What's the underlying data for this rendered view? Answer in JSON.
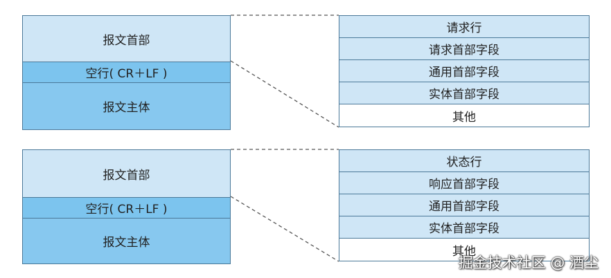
{
  "request": {
    "message": {
      "header": "报文首部",
      "blank": "空行( CR＋LF )",
      "body": "报文主体"
    },
    "detail": [
      "请求行",
      "请求首部字段",
      "通用首部字段",
      "实体首部字段",
      "其他"
    ]
  },
  "response": {
    "message": {
      "header": "报文首部",
      "blank": "空行( CR＋LF )",
      "body": "报文主体"
    },
    "detail": [
      "状态行",
      "响应首部字段",
      "通用首部字段",
      "实体首部字段",
      "其他"
    ]
  },
  "watermark": "掘金技术社区 @ 酒尘"
}
